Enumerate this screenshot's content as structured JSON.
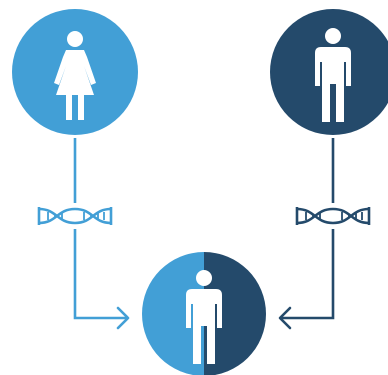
{
  "colors": {
    "light_blue": "#429fd6",
    "dark_blue": "#244a6b",
    "background": "#ffffff",
    "figure": "#ffffff"
  },
  "nodes": {
    "mother": {
      "icon": "female-person-icon",
      "color": "light_blue"
    },
    "father": {
      "icon": "male-person-icon",
      "color": "dark_blue"
    },
    "child": {
      "icon": "male-person-icon",
      "colors": [
        "light_blue",
        "dark_blue"
      ]
    }
  },
  "connectors": {
    "left": {
      "icon": "dna-icon",
      "color": "light_blue",
      "from": "mother",
      "to": "child"
    },
    "right": {
      "icon": "dna-icon",
      "color": "dark_blue",
      "from": "father",
      "to": "child"
    }
  }
}
